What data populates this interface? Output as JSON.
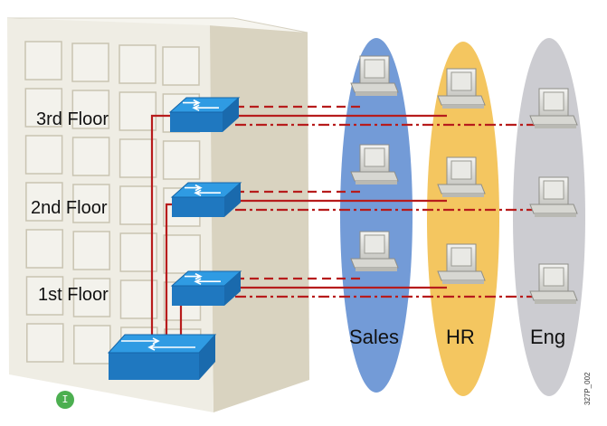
{
  "floors": [
    {
      "label": "3rd Floor"
    },
    {
      "label": "2nd Floor"
    },
    {
      "label": "1st Floor"
    }
  ],
  "groups": [
    {
      "label": "Sales",
      "color": "#5b8ad0"
    },
    {
      "label": "HR",
      "color": "#f3c04f"
    },
    {
      "label": "Eng",
      "color": "#c6c6cc"
    }
  ],
  "link_styles": {
    "Sales": "dashed",
    "HR": "solid",
    "Eng": "dash-dot"
  },
  "colors": {
    "link": "#b71c1c",
    "switch": "#2f9be3",
    "building_front": "#efede4",
    "building_side": "#d9d3c0"
  },
  "figure_id": "327P_002",
  "cursor": {
    "glyph": "I"
  }
}
